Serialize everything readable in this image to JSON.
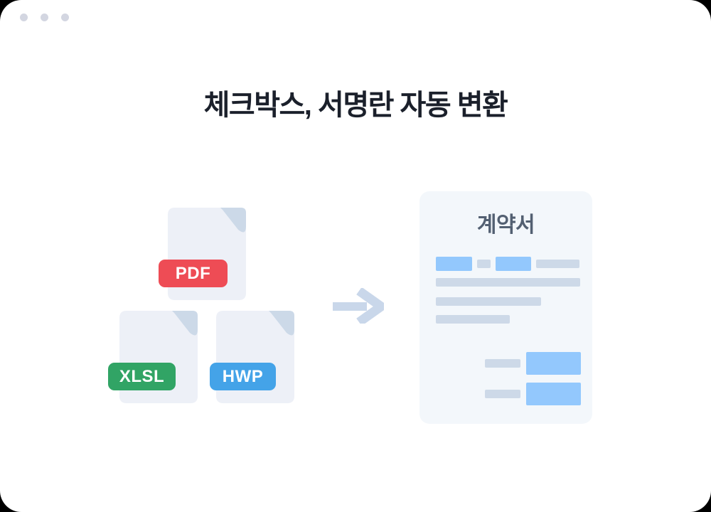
{
  "window": {
    "type": "app-window-illustration",
    "background": "#ffffff",
    "controls": {
      "dot_count": 3,
      "dot_color": "#d3d6e1"
    }
  },
  "heading": {
    "text": "체크박스, 서명란 자동 변환"
  },
  "source_files": {
    "items": [
      {
        "label": "PDF",
        "badge_color": "#ee4c55"
      },
      {
        "label": "XLSL",
        "badge_color": "#31a465"
      },
      {
        "label": "HWP",
        "badge_color": "#44a3e8"
      }
    ],
    "file_body_color": "#edf0f7",
    "file_fold_color": "#ccd9e8"
  },
  "arrow": {
    "icon": "arrow-right",
    "color": "#c9d7ea"
  },
  "result_document": {
    "title": "계약서",
    "title_color": "#536072",
    "background": "#f3f7fb",
    "highlight_color": "#93c8fd",
    "line_color": "#cdd9e8",
    "content_rows": [
      {
        "type": "mixed",
        "segments": [
          "highlight",
          "line",
          "highlight",
          "line"
        ]
      },
      {
        "type": "line",
        "width": "full"
      },
      {
        "type": "line",
        "width": "three-quarter"
      },
      {
        "type": "line",
        "width": "half"
      }
    ],
    "signature_rows": [
      {
        "label_bar": "line",
        "field_box": "highlight"
      },
      {
        "label_bar": "line",
        "field_box": "highlight"
      }
    ]
  }
}
